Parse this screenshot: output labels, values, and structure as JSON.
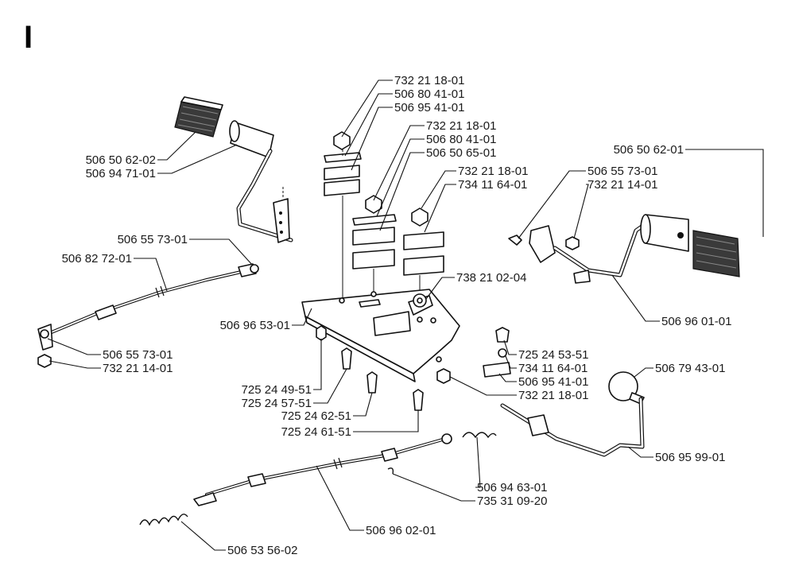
{
  "section_letter": "I",
  "labels": [
    {
      "id": "l01",
      "text": "732 21 18-01"
    },
    {
      "id": "l02",
      "text": "506 80 41-01"
    },
    {
      "id": "l03",
      "text": "506 95 41-01"
    },
    {
      "id": "l04",
      "text": "732 21 18-01"
    },
    {
      "id": "l05",
      "text": "506 80 41-01"
    },
    {
      "id": "l06",
      "text": "506 50 65-01"
    },
    {
      "id": "l07",
      "text": "732 21 18-01"
    },
    {
      "id": "l08",
      "text": "734 11 64-01"
    },
    {
      "id": "l09",
      "text": "506 50 62-02"
    },
    {
      "id": "l10",
      "text": "506 94 71-01"
    },
    {
      "id": "l11",
      "text": "506 55 73-01"
    },
    {
      "id": "l12",
      "text": "506 82 72-01"
    },
    {
      "id": "l13",
      "text": "506 96 53-01"
    },
    {
      "id": "l14",
      "text": "506 55 73-01"
    },
    {
      "id": "l15",
      "text": "732 21 14-01"
    },
    {
      "id": "l16",
      "text": "725 24 49-51"
    },
    {
      "id": "l17",
      "text": "725 24 57-51"
    },
    {
      "id": "l18",
      "text": "725 24 62-51"
    },
    {
      "id": "l19",
      "text": "725 24 61-51"
    },
    {
      "id": "l20",
      "text": "738 21 02-04"
    },
    {
      "id": "l21",
      "text": "506 55 73-01"
    },
    {
      "id": "l22",
      "text": "732 21 14-01"
    },
    {
      "id": "l23",
      "text": "506 50 62-01"
    },
    {
      "id": "l24",
      "text": "506 96 01-01"
    },
    {
      "id": "l25",
      "text": "725 24 53-51"
    },
    {
      "id": "l26",
      "text": "734 11 64-01"
    },
    {
      "id": "l27",
      "text": "506 95 41-01"
    },
    {
      "id": "l28",
      "text": "732 21 18-01"
    },
    {
      "id": "l29",
      "text": "506 79 43-01"
    },
    {
      "id": "l30",
      "text": "506 95 99-01"
    },
    {
      "id": "l31",
      "text": "506 94 63-01"
    },
    {
      "id": "l32",
      "text": "735 31 09-20"
    },
    {
      "id": "l33",
      "text": "506 96 02-01"
    },
    {
      "id": "l34",
      "text": "506 53 56-02"
    }
  ]
}
